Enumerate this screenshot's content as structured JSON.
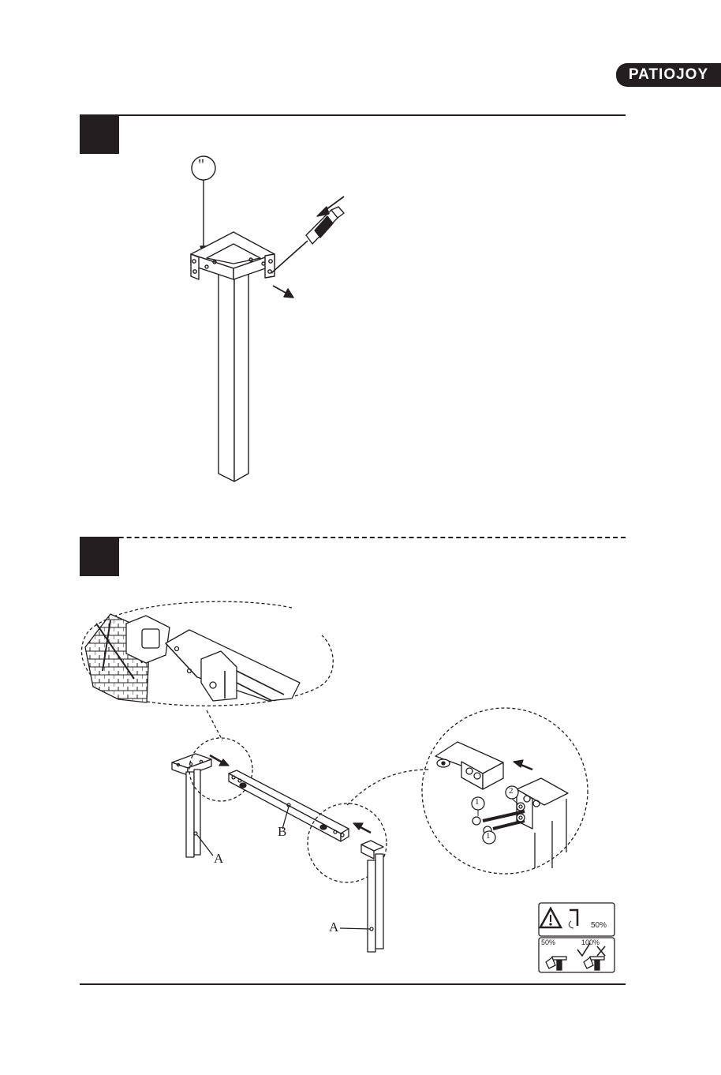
{
  "brand": {
    "logo_text": "PATIOJOY"
  },
  "step1": {
    "callout_mark": "\""
  },
  "step2": {
    "label_a_left": "A",
    "label_a_right": "A",
    "label_b": "B",
    "screw_1_top": "1",
    "screw_1_bottom": "1",
    "washer_2": "2"
  },
  "warning": {
    "torque_top": "50%",
    "check_pct": "50%",
    "cross_pct": "100%"
  },
  "colors": {
    "ink": "#231f20",
    "paper": "#ffffff"
  }
}
